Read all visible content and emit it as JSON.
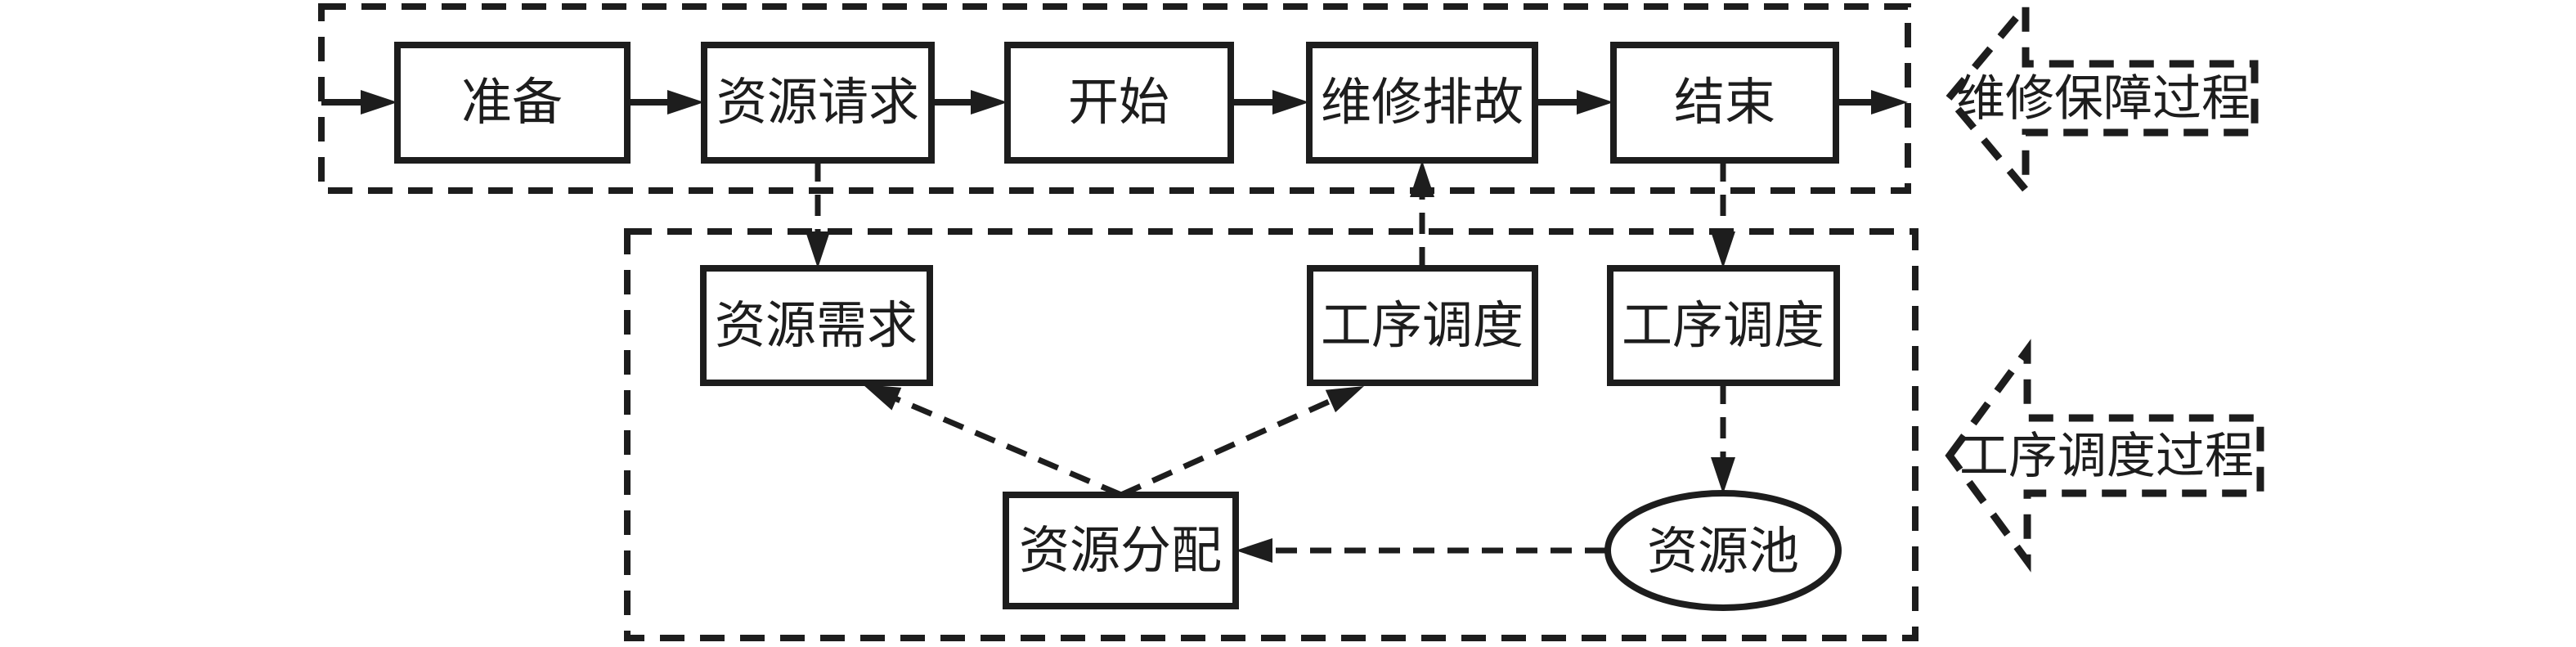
{
  "figure": {
    "background": "#ffffff",
    "ink_color": "#1d1d1d"
  },
  "maintenance_process": {
    "callout_label": "维修保障过程",
    "nodes": [
      {
        "id": "prepare",
        "label": "准备",
        "shape": "rect"
      },
      {
        "id": "resource-request",
        "label": "资源请求",
        "shape": "rect"
      },
      {
        "id": "start",
        "label": "开始",
        "shape": "rect"
      },
      {
        "id": "repair-troubleshoot",
        "label": "维修排故",
        "shape": "rect"
      },
      {
        "id": "end",
        "label": "结束",
        "shape": "rect"
      }
    ]
  },
  "scheduling_process": {
    "callout_label": "工序调度过程",
    "nodes": [
      {
        "id": "resource-demand",
        "label": "资源需求",
        "shape": "rect"
      },
      {
        "id": "scheduling-left",
        "label": "工序调度",
        "shape": "rect"
      },
      {
        "id": "scheduling-right",
        "label": "工序调度",
        "shape": "rect"
      },
      {
        "id": "resource-allocation",
        "label": "资源分配",
        "shape": "rect"
      },
      {
        "id": "resource-pool",
        "label": "资源池",
        "shape": "ellipse"
      }
    ]
  },
  "edges": [
    {
      "from": "container-entry",
      "to": "prepare",
      "style": "solid"
    },
    {
      "from": "prepare",
      "to": "resource-request",
      "style": "solid"
    },
    {
      "from": "resource-request",
      "to": "start",
      "style": "solid"
    },
    {
      "from": "start",
      "to": "repair-troubleshoot",
      "style": "solid"
    },
    {
      "from": "repair-troubleshoot",
      "to": "end",
      "style": "solid"
    },
    {
      "from": "end",
      "to": "container-exit",
      "style": "solid"
    },
    {
      "from": "resource-request",
      "to": "resource-demand",
      "style": "dashed"
    },
    {
      "from": "scheduling-left",
      "to": "repair-troubleshoot",
      "style": "dashed"
    },
    {
      "from": "end",
      "to": "scheduling-right",
      "style": "dashed"
    },
    {
      "from": "scheduling-right",
      "to": "resource-pool",
      "style": "dashed"
    },
    {
      "from": "resource-pool",
      "to": "resource-allocation",
      "style": "dashed"
    },
    {
      "from": "resource-allocation",
      "to": "resource-demand",
      "style": "dashed"
    },
    {
      "from": "resource-allocation",
      "to": "scheduling-left",
      "style": "dashed"
    }
  ]
}
